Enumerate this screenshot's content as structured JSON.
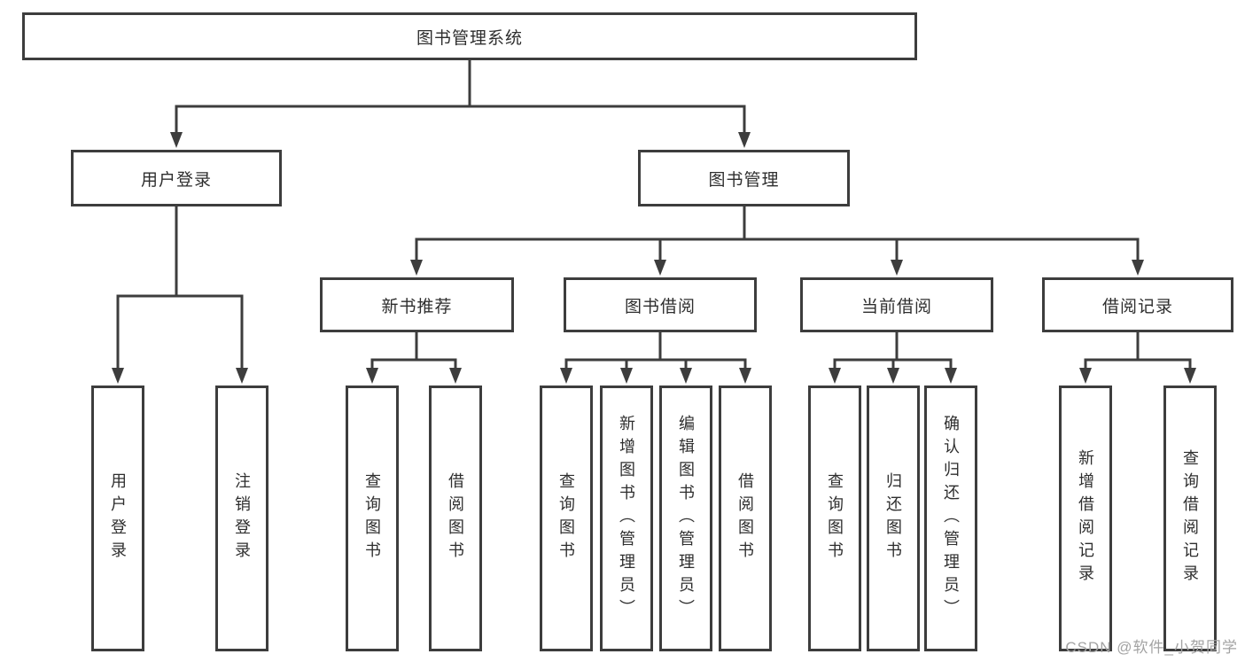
{
  "tree": {
    "root": "图书管理系统",
    "user": {
      "label": "用户登录",
      "children": [
        "用户登录",
        "注销登录"
      ]
    },
    "mgmt": {
      "label": "图书管理"
    },
    "sections": [
      {
        "label": "新书推荐",
        "children": [
          "查询图书",
          "借阅图书"
        ]
      },
      {
        "label": "图书借阅",
        "children": [
          "查询图书",
          "新增图书（管理员）",
          "编辑图书（管理员）",
          "借阅图书"
        ]
      },
      {
        "label": "当前借阅",
        "children": [
          "查询图书",
          "归还图书",
          "确认归还（管理员）"
        ]
      },
      {
        "label": "借阅记录",
        "children": [
          "新增借阅记录",
          "查询借阅记录"
        ]
      }
    ]
  },
  "watermark": "CSDN @软件_小贺同学",
  "colors": {
    "line": "#3d3d3d",
    "text": "#2e2e2e",
    "watermark": "#a3a3a3"
  }
}
